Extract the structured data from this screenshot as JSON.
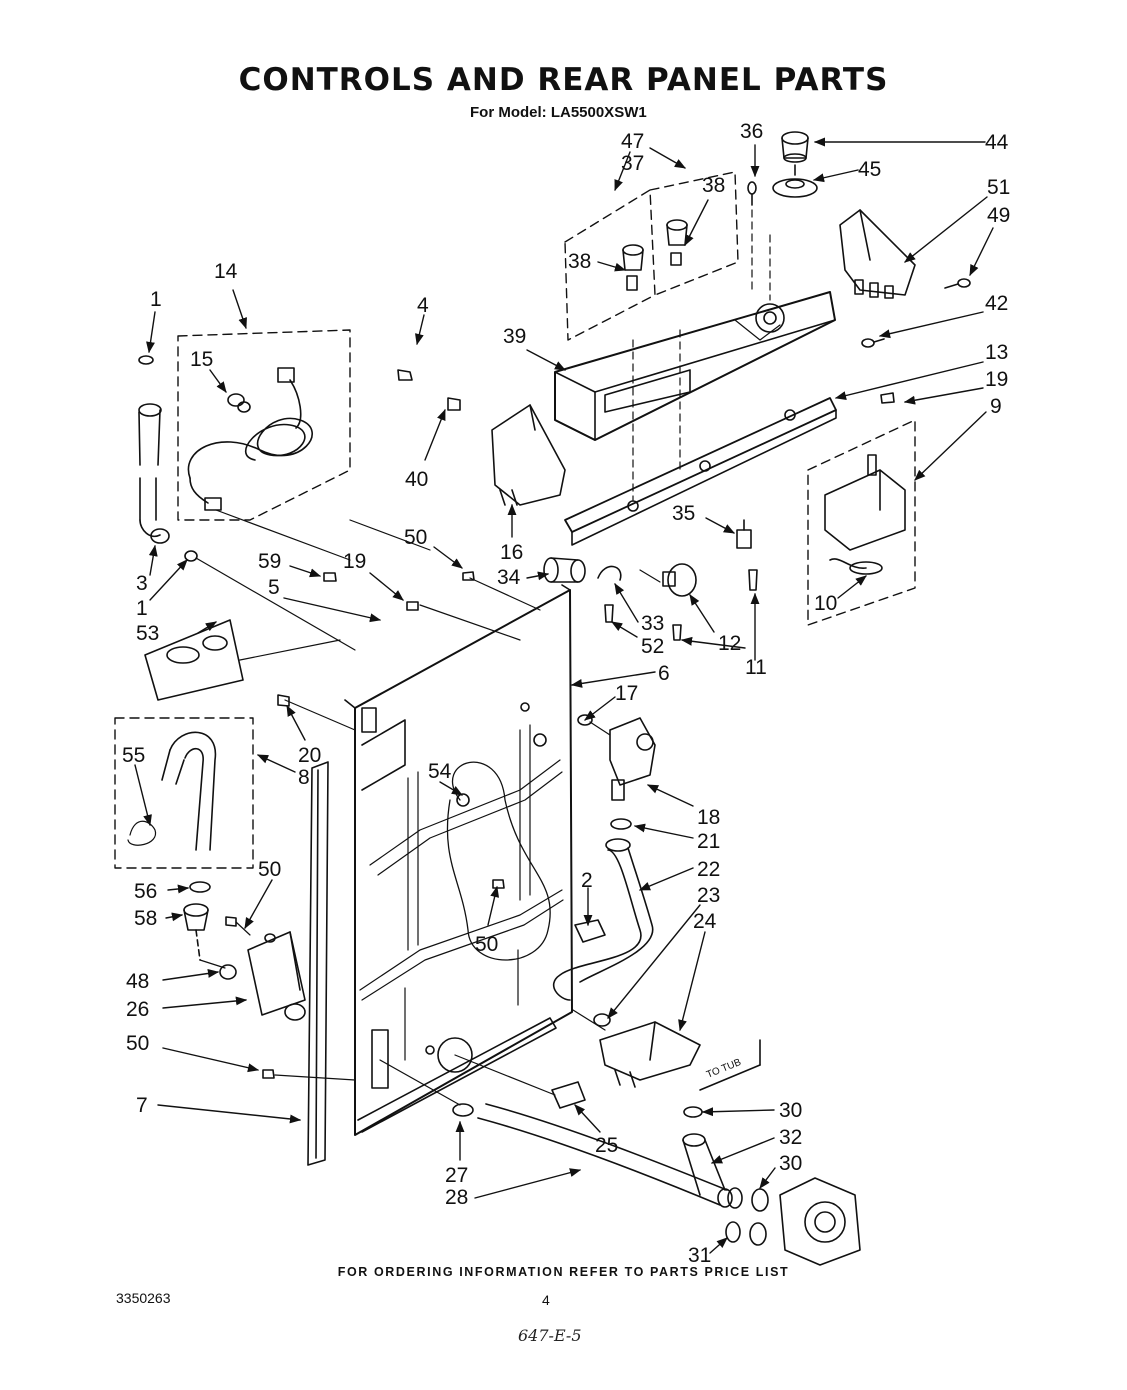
{
  "title": "CONTROLS AND REAR PANEL PARTS",
  "subtitle": "For Model: LA5500XSW1",
  "diagram_labels": {
    "to_tub": "TO TUB",
    "parts": [
      {
        "id": "p44",
        "text": "44"
      },
      {
        "id": "p36",
        "text": "36"
      },
      {
        "id": "p47",
        "text": "47"
      },
      {
        "id": "p37",
        "text": "37"
      },
      {
        "id": "p45",
        "text": "45"
      },
      {
        "id": "p38a",
        "text": "38"
      },
      {
        "id": "p51",
        "text": "51"
      },
      {
        "id": "p49",
        "text": "49"
      },
      {
        "id": "p38b",
        "text": "38"
      },
      {
        "id": "p14",
        "text": "14"
      },
      {
        "id": "p42",
        "text": "42"
      },
      {
        "id": "p1a",
        "text": "1"
      },
      {
        "id": "p4",
        "text": "4"
      },
      {
        "id": "p39",
        "text": "39"
      },
      {
        "id": "p13",
        "text": "13"
      },
      {
        "id": "p15",
        "text": "15"
      },
      {
        "id": "p19a",
        "text": "19"
      },
      {
        "id": "p9",
        "text": "9"
      },
      {
        "id": "p40",
        "text": "40"
      },
      {
        "id": "p35",
        "text": "35"
      },
      {
        "id": "p50a",
        "text": "50"
      },
      {
        "id": "p16",
        "text": "16"
      },
      {
        "id": "p59",
        "text": "59"
      },
      {
        "id": "p19b",
        "text": "19"
      },
      {
        "id": "p34",
        "text": "34"
      },
      {
        "id": "p3",
        "text": "3"
      },
      {
        "id": "p5",
        "text": "5"
      },
      {
        "id": "p1b",
        "text": "1"
      },
      {
        "id": "p10",
        "text": "10"
      },
      {
        "id": "p33",
        "text": "33"
      },
      {
        "id": "p53",
        "text": "53"
      },
      {
        "id": "p52",
        "text": "52"
      },
      {
        "id": "p12",
        "text": "12"
      },
      {
        "id": "p11",
        "text": "11"
      },
      {
        "id": "p6",
        "text": "6"
      },
      {
        "id": "p17",
        "text": "17"
      },
      {
        "id": "p20",
        "text": "20"
      },
      {
        "id": "p55",
        "text": "55"
      },
      {
        "id": "p8",
        "text": "8"
      },
      {
        "id": "p54",
        "text": "54"
      },
      {
        "id": "p18",
        "text": "18"
      },
      {
        "id": "p21",
        "text": "21"
      },
      {
        "id": "p22",
        "text": "22"
      },
      {
        "id": "p50b",
        "text": "50"
      },
      {
        "id": "p56",
        "text": "56"
      },
      {
        "id": "p2",
        "text": "2"
      },
      {
        "id": "p23",
        "text": "23"
      },
      {
        "id": "p58",
        "text": "58"
      },
      {
        "id": "p24",
        "text": "24"
      },
      {
        "id": "p50c",
        "text": "50"
      },
      {
        "id": "p48",
        "text": "48"
      },
      {
        "id": "p26",
        "text": "26"
      },
      {
        "id": "p50d",
        "text": "50"
      },
      {
        "id": "p7",
        "text": "7"
      },
      {
        "id": "p30a",
        "text": "30"
      },
      {
        "id": "p25",
        "text": "25"
      },
      {
        "id": "p32",
        "text": "32"
      },
      {
        "id": "p27",
        "text": "27"
      },
      {
        "id": "p30b",
        "text": "30"
      },
      {
        "id": "p28",
        "text": "28"
      },
      {
        "id": "p31",
        "text": "31"
      }
    ]
  },
  "footer": {
    "ordering_note": "FOR ORDERING INFORMATION REFER TO PARTS PRICE LIST",
    "doc_number": "3350263",
    "page_number": "4",
    "handwritten_code": "647-E-5"
  }
}
